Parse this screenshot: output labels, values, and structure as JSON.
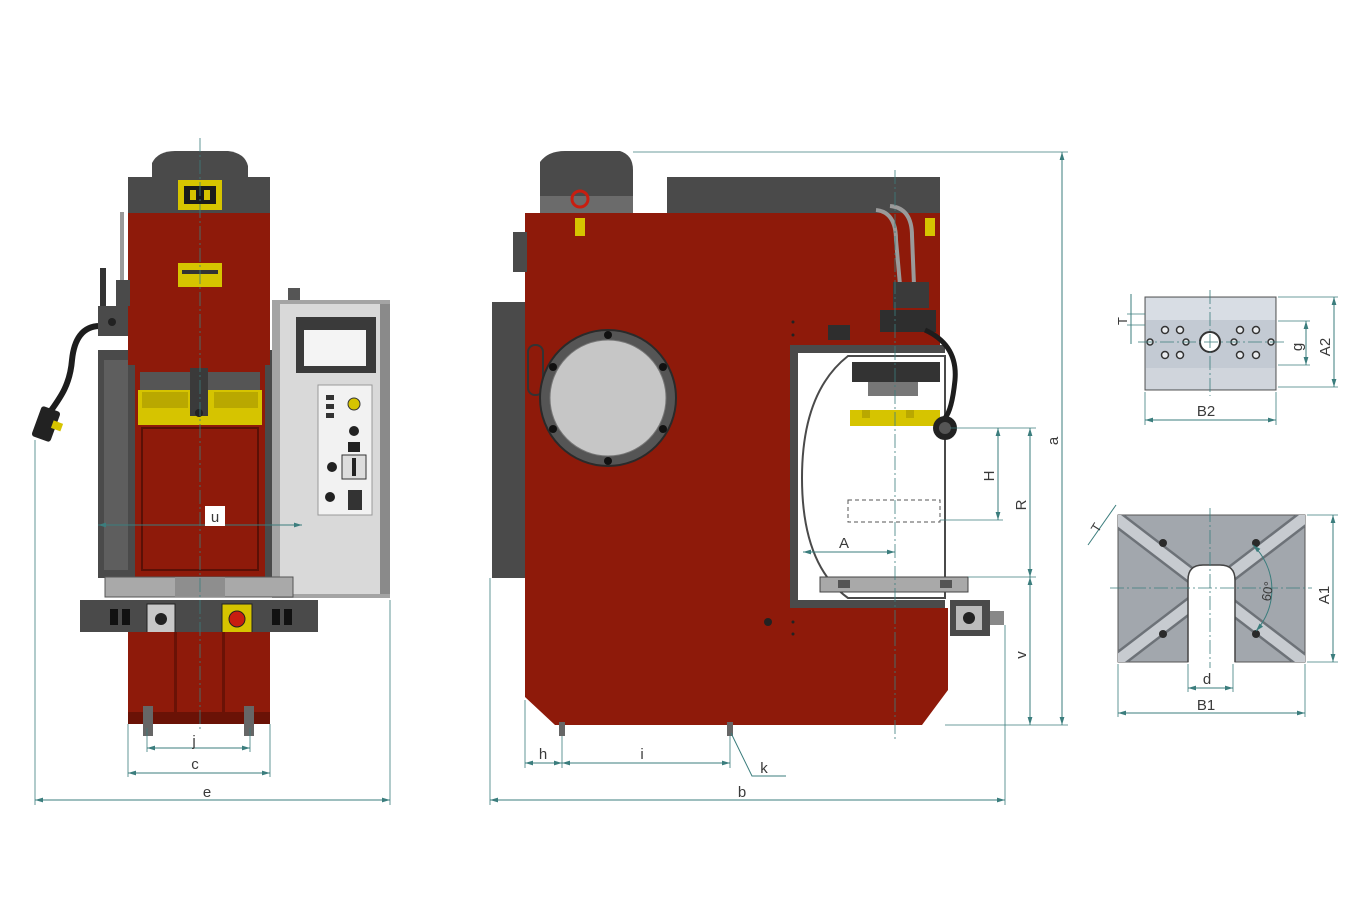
{
  "labels": {
    "front": {
      "u": "u",
      "j": "j",
      "c": "c",
      "e": "e"
    },
    "side": {
      "a": "a",
      "b": "b",
      "h": "h",
      "i": "i",
      "k": "k",
      "H": "H",
      "R": "R",
      "A": "A",
      "v": "v"
    },
    "part_top": {
      "T": "T",
      "g": "g",
      "A2": "A2",
      "B2": "B2"
    },
    "part_bottom": {
      "T": "T",
      "angle": "60°",
      "A1": "A1",
      "d": "d",
      "B1": "B1"
    }
  },
  "colors": {
    "frame_red": "#8e1a0a",
    "machine_dark": "#4a4a4a",
    "accent_yellow": "#d6c400",
    "panel_grey": "#d9d9d9",
    "dimension_teal": "#3b7d7d"
  }
}
